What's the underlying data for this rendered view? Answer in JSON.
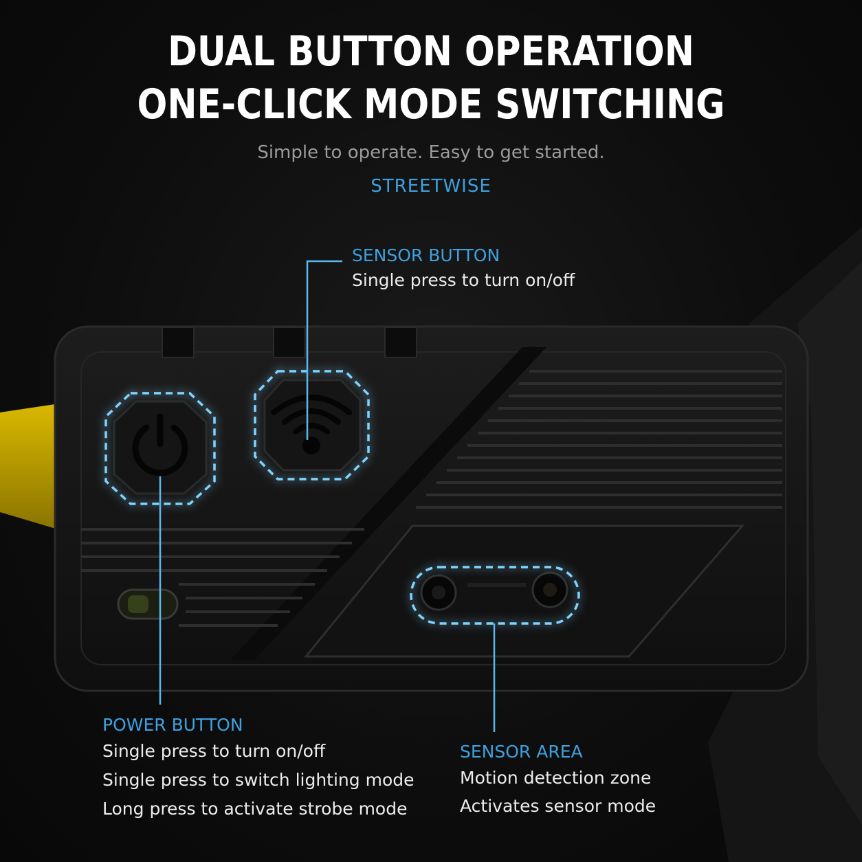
{
  "header": {
    "title_line1": "DUAL BUTTON OPERATION",
    "title_line2": "ONE-CLICK MODE SWITCHING",
    "subtitle": "Simple to operate. Easy to get started.",
    "brand": "STREETWISE"
  },
  "callouts": {
    "sensor_button": {
      "heading": "SENSOR BUTTON",
      "lines": [
        "Single press to turn on/off"
      ]
    },
    "power_button": {
      "heading": "POWER BUTTON",
      "lines": [
        "Single press to turn on/off",
        "Single press to switch lighting mode",
        "Long press to activate strobe mode"
      ]
    },
    "sensor_area": {
      "heading": "SENSOR AREA",
      "lines": [
        "Motion detection zone",
        "Activates sensor mode"
      ]
    }
  },
  "icons": {
    "power": "power-icon",
    "sensor": "wifi-signal-icon",
    "indicator": "led-indicator"
  },
  "colors": {
    "accent": "#3fa1e0",
    "background": "#0d0d0d",
    "device_body": "#141414",
    "handle": "#c2a400"
  }
}
